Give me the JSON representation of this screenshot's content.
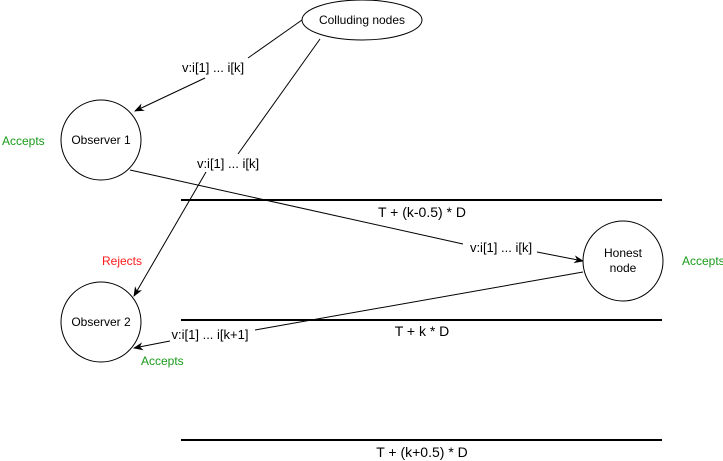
{
  "nodes": {
    "colluding": "Colluding nodes",
    "observer1": "Observer 1",
    "observer2": "Observer 2",
    "honest_line1": "Honest",
    "honest_line2": "node"
  },
  "messages": {
    "to_observer1": "v:i[1] ... i[k]",
    "to_observer2": "v:i[1] ... i[k]",
    "to_honest": "v:i[1] ... i[k]",
    "from_honest": "v:i[1] ... i[k+1]"
  },
  "timelines": [
    "T + (k-0.5) * D",
    "T + k * D",
    "T + (k+0.5) * D"
  ],
  "status": {
    "observer1": "Accepts",
    "observer2_reject": "Rejects",
    "observer2_accept": "Accepts",
    "honest": "Accepts"
  },
  "colors": {
    "accept": "#1a9a1a",
    "reject": "#ff1a1a"
  }
}
